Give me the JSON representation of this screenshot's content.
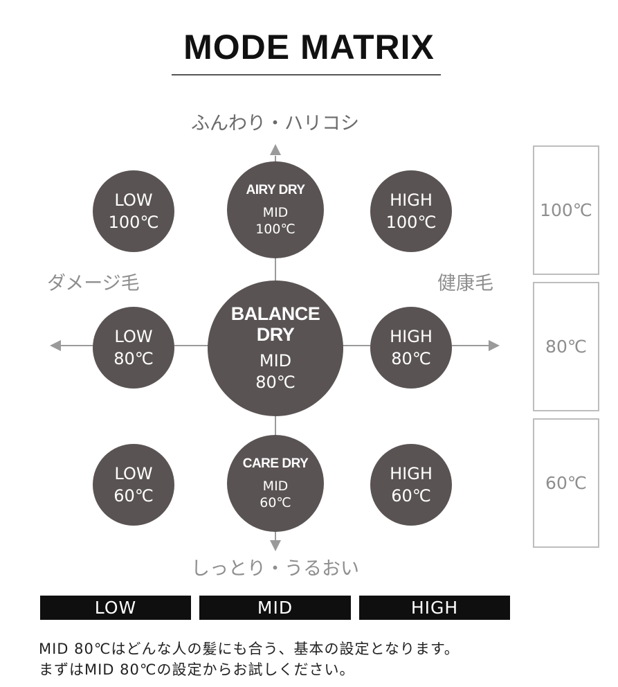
{
  "title": "MODE MATRIX",
  "axes": {
    "top": "ふんわり・ハリコシ",
    "bottom": "しっとり・うるおい",
    "left": "ダメージ毛",
    "right": "健康毛"
  },
  "modes": {
    "low_100": {
      "level": "LOW",
      "temp": "100℃"
    },
    "airy": {
      "name": "AIRY DRY",
      "level": "MID",
      "temp": "100℃"
    },
    "high_100": {
      "level": "HIGH",
      "temp": "100℃"
    },
    "low_80": {
      "level": "LOW",
      "temp": "80℃"
    },
    "balance": {
      "name": "BALANCE DRY",
      "level": "MID",
      "temp": "80℃"
    },
    "high_80": {
      "level": "HIGH",
      "temp": "80℃"
    },
    "low_60": {
      "level": "LOW",
      "temp": "60℃"
    },
    "care": {
      "name": "CARE DRY",
      "level": "MID",
      "temp": "60℃"
    },
    "high_60": {
      "level": "HIGH",
      "temp": "60℃"
    }
  },
  "temperatures": [
    "100℃",
    "80℃",
    "60℃"
  ],
  "levels": [
    "LOW",
    "MID",
    "HIGH"
  ],
  "note": {
    "line1": "MID 80℃はどんな人の髪にも合う、基本の設定となります。",
    "line2": "まずはMID 80℃の設定からお試しください。"
  },
  "colors": {
    "circle": "#5a5353",
    "axis": "#9a9a9a",
    "bar": "#0f0f0f"
  }
}
